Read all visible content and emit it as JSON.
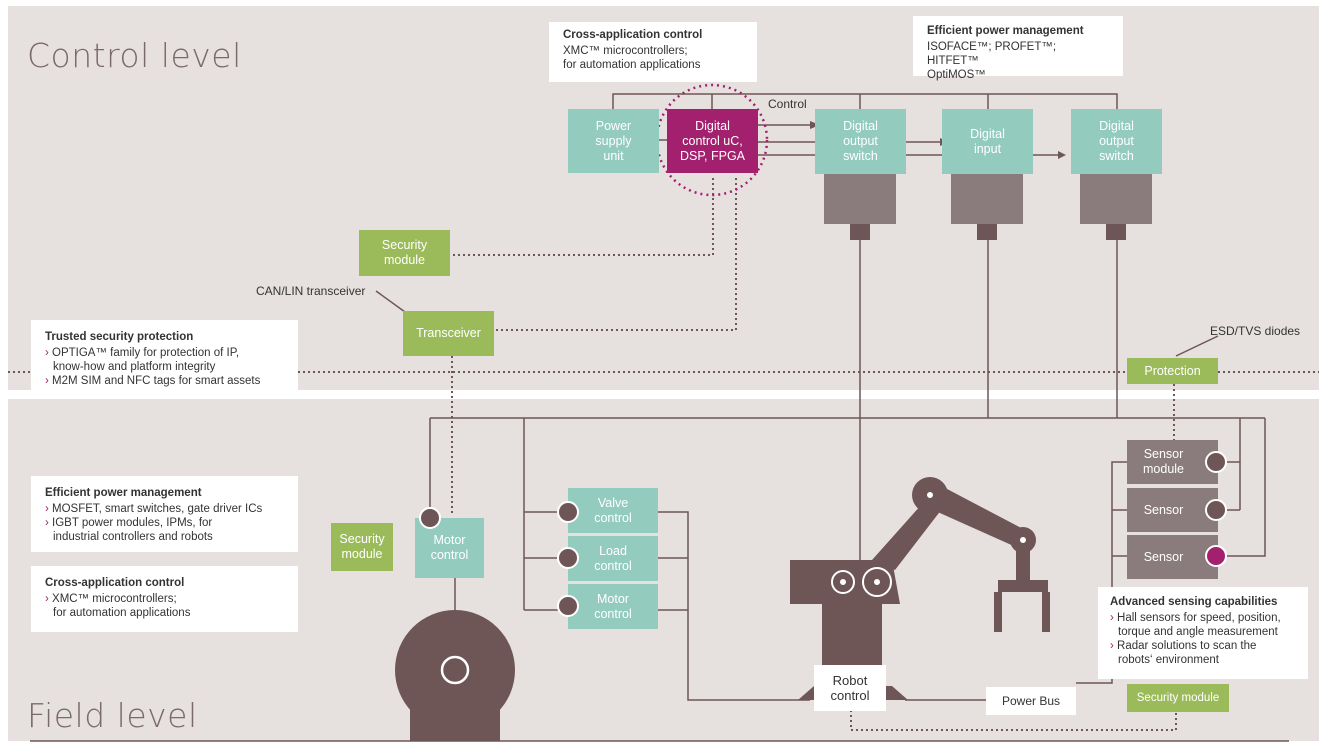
{
  "levels": {
    "control": "Control level",
    "field": "Field level"
  },
  "cards": {
    "cross_top": {
      "title": "Cross-application control",
      "lines": [
        "XMC™ microcontrollers;",
        "for automation applications"
      ]
    },
    "power_top": {
      "title": "Efficient power management",
      "lines": [
        "ISOFACE™; PROFET™; HITFET™",
        "OptiMOS™"
      ]
    },
    "trusted": {
      "title": "Trusted security protection",
      "lines": [
        "OPTIGA™ family for protection of IP,",
        "know-how and platform integrity",
        "M2M SIM and NFC tags for smart assets"
      ]
    },
    "power_left": {
      "title": "Efficient power management",
      "lines": [
        "MOSFET, smart switches, gate driver ICs",
        "IGBT power modules, IPMs, for",
        "industrial controllers and robots"
      ]
    },
    "cross_left": {
      "title": "Cross-application control",
      "lines": [
        "XMC™ microcontrollers;",
        "for automation applications"
      ]
    },
    "sensing": {
      "title": "Advanced sensing capabilities",
      "lines": [
        "Hall sensors for speed, position,",
        "torque and angle measurement",
        "Radar solutions to scan the",
        "robots‘ environment"
      ]
    }
  },
  "blocks": {
    "psu": "Power\nsupply\nunit",
    "dsp": "Digital\ncontrol uC,\nDSP, FPGA",
    "out1": "Digital\noutput\nswitch",
    "input": "Digital\ninput",
    "out2": "Digital\noutput\nswitch",
    "sec_top": "Security\nmodule",
    "transceiver": "Transceiver",
    "protection": "Protection",
    "sec_left": "Security\nmodule",
    "motor_ctrl_left": "Motor\ncontrol",
    "valve": "Valve\ncontrol",
    "load": "Load\ncontrol",
    "motor_ctrl": "Motor\ncontrol",
    "sensor_module": "Sensor\nmodule",
    "sensor1": "Sensor",
    "sensor2": "Sensor",
    "sec_bottom": "Security module"
  },
  "labels": {
    "control": "Control",
    "can_lin": "CAN/LIN transceiver",
    "esd": "ESD/TVS diodes",
    "robot_control": "Robot\ncontrol",
    "power_bus": "Power Bus"
  },
  "colors": {
    "teal": "#93cbbf",
    "green": "#9bbb5a",
    "magenta": "#a3206e",
    "brown": "#6e5556",
    "grey": "#8a7b7d",
    "band": "#e6e1df"
  }
}
